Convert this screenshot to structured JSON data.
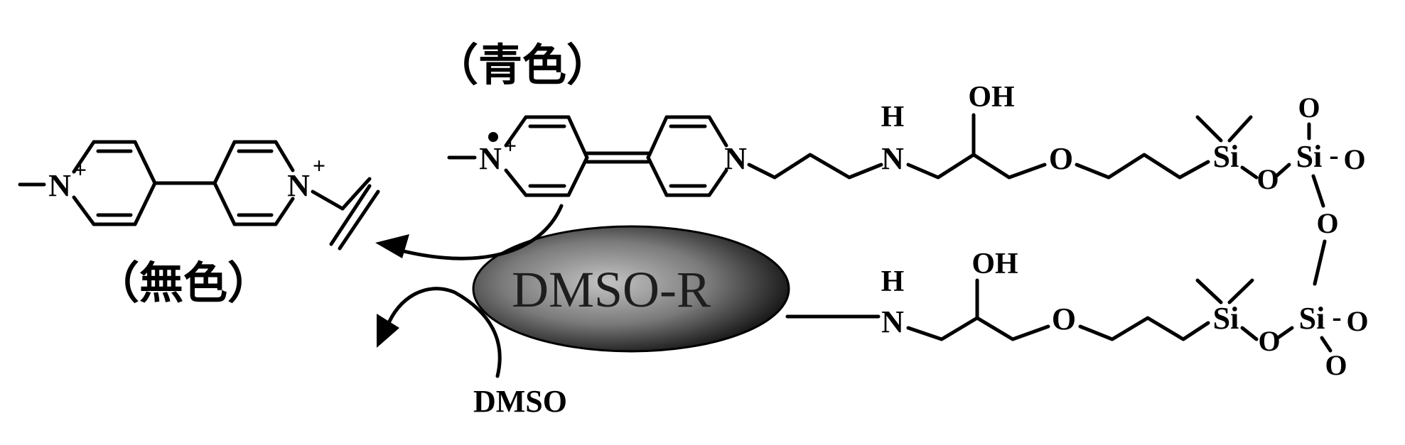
{
  "captions": {
    "colored": "（青色）",
    "colorless": "（無色）"
  },
  "labels": {
    "dmso_r": "DMSO-R",
    "dmso": "DMSO"
  },
  "atoms": {
    "n": "N",
    "plus": "+",
    "h": "H",
    "oh": "OH",
    "o": "O",
    "si": "Si",
    "dash": "-"
  },
  "colors": {
    "ink": "#000000",
    "ellipse_light": "#bdbdbd",
    "ellipse_dark": "#1a1a1a"
  }
}
